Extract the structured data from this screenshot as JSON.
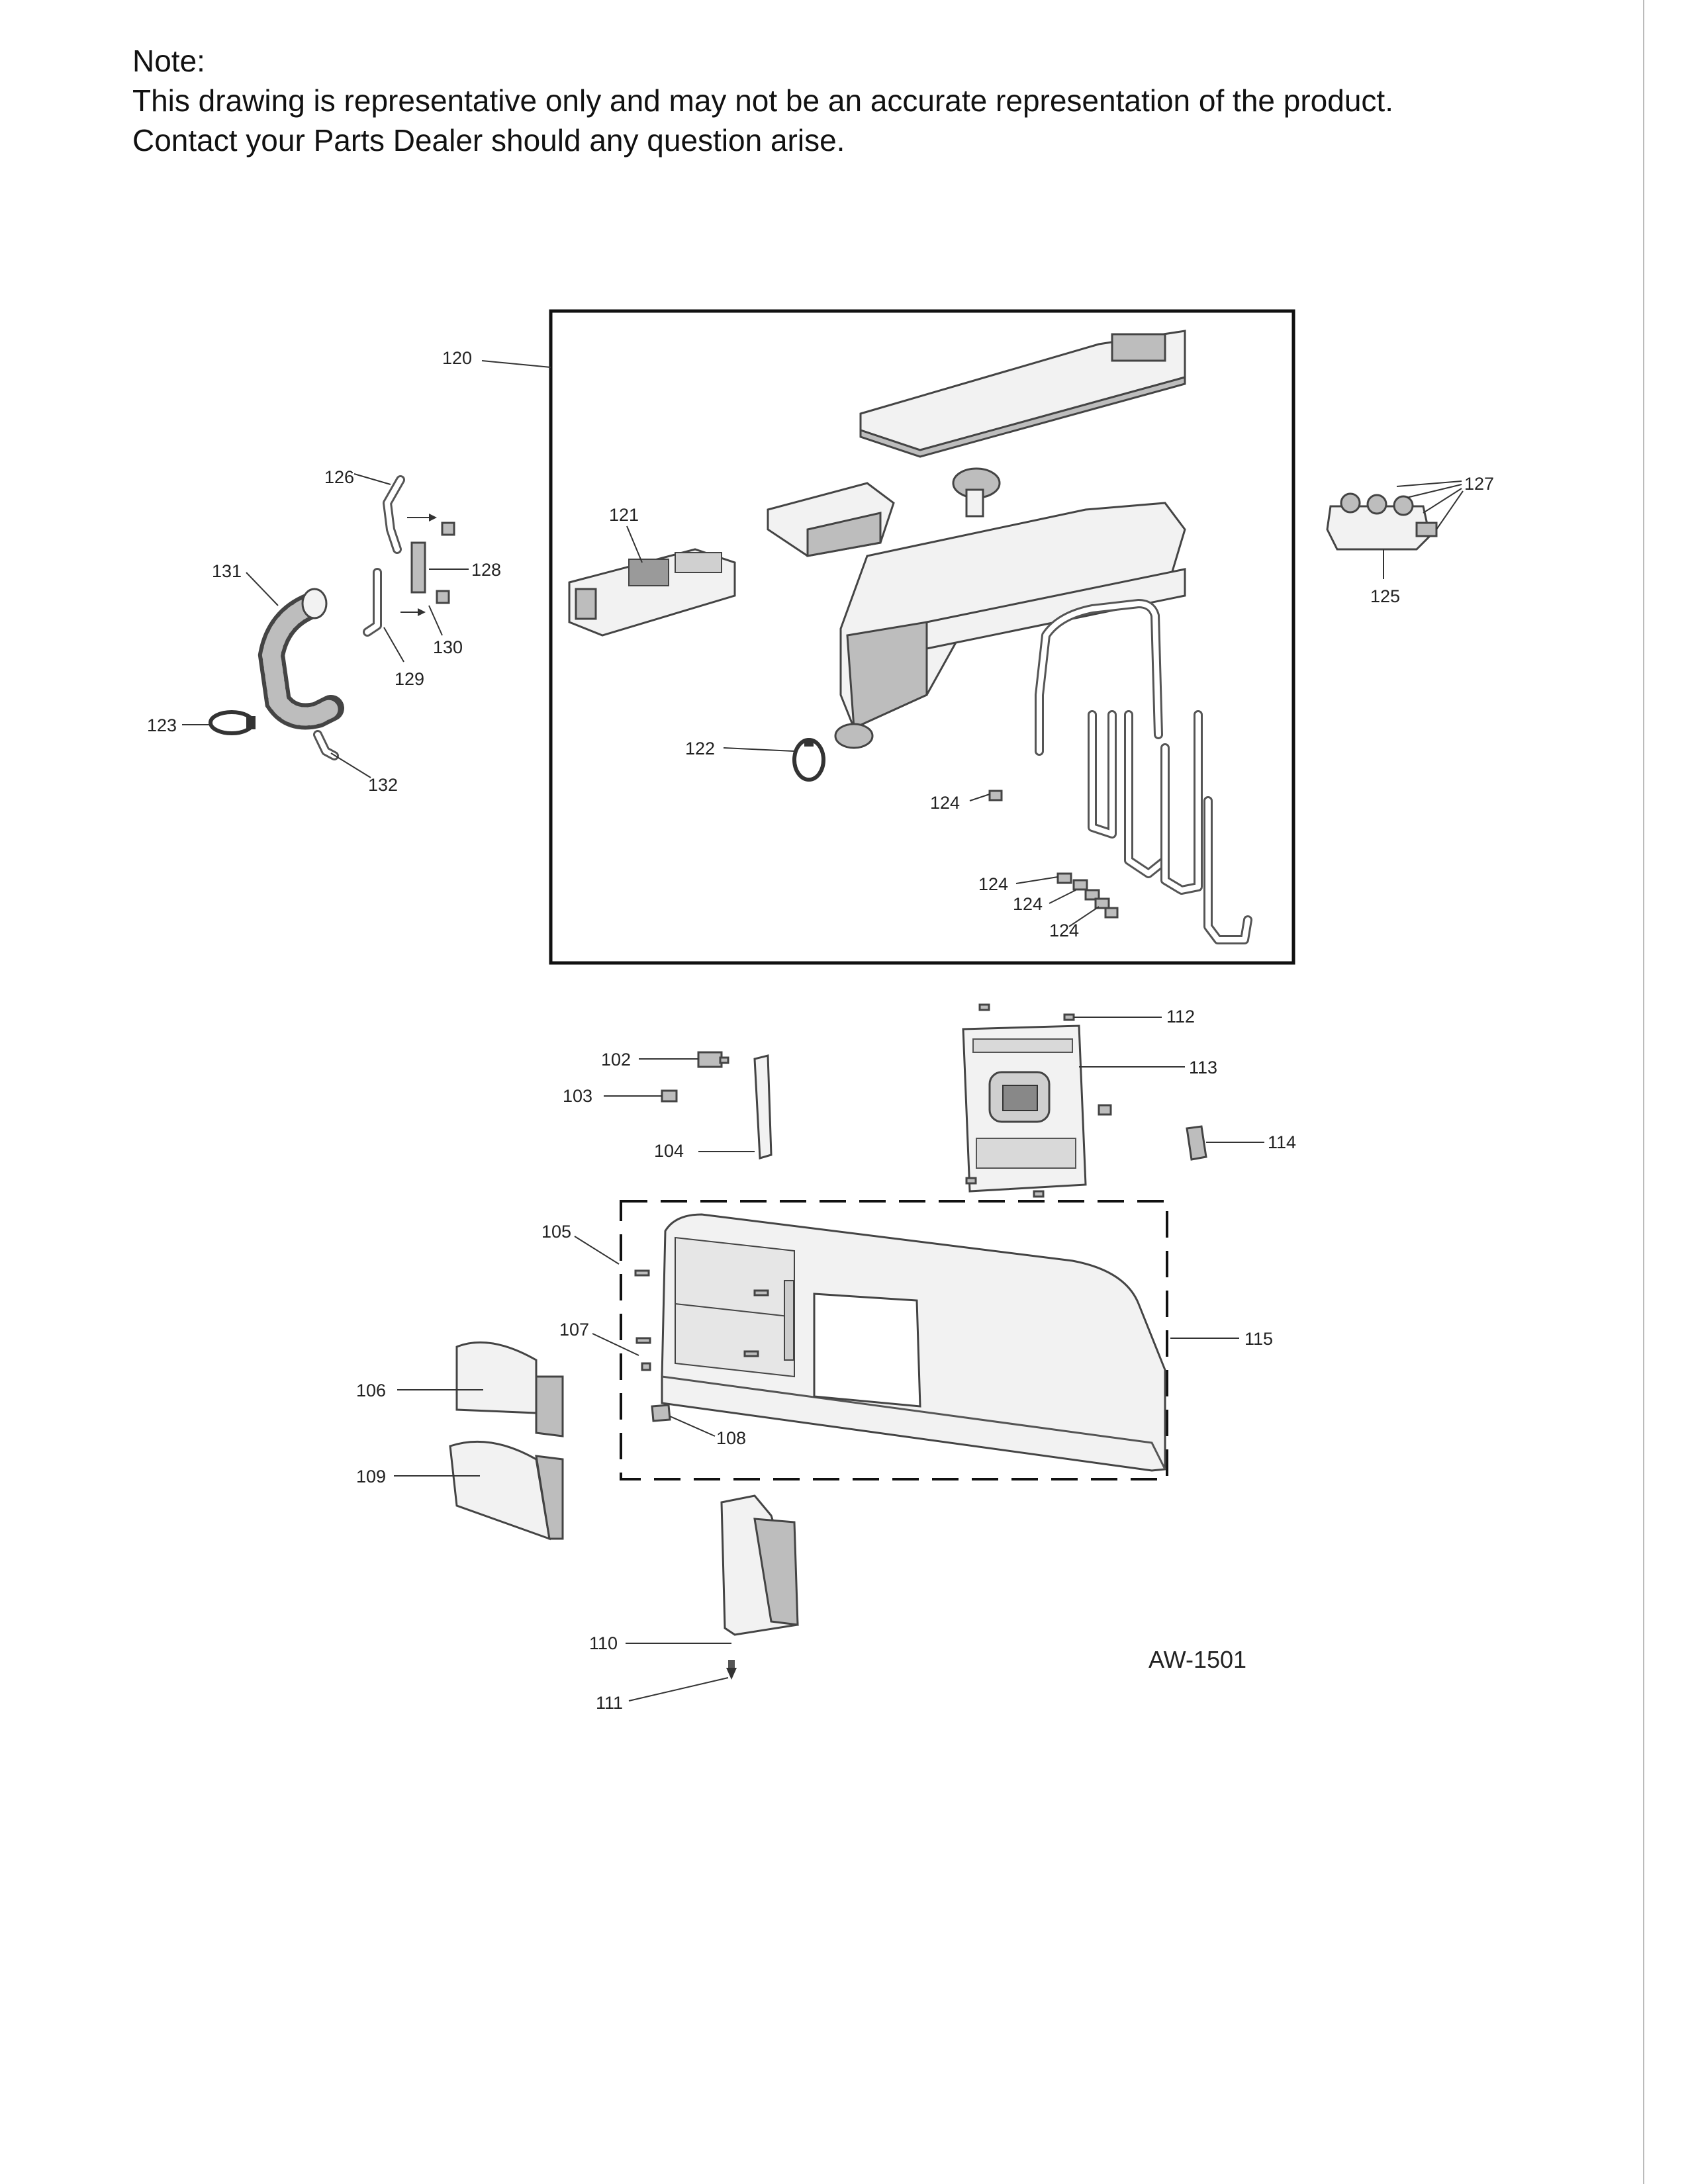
{
  "note": {
    "heading": "Note:",
    "line1": "This drawing is representative only and may not be an accurate representation of the product.",
    "line2": "Contact your Parts Dealer should any question arise."
  },
  "model_code": "AW-1501",
  "callouts": {
    "c120": "120",
    "c121": "121",
    "c122": "122",
    "c123": "123",
    "c124a": "124",
    "c124b": "124",
    "c124c": "124",
    "c124d": "124",
    "c125": "125",
    "c126": "126",
    "c127": "127",
    "c128": "128",
    "c129": "129",
    "c130": "130",
    "c131": "131",
    "c132": "132",
    "c102": "102",
    "c103": "103",
    "c104": "104",
    "c105": "105",
    "c106": "106",
    "c107": "107",
    "c108": "108",
    "c109": "109",
    "c110": "110",
    "c111": "111",
    "c112": "112",
    "c113": "113",
    "c114": "114",
    "c115": "115"
  }
}
